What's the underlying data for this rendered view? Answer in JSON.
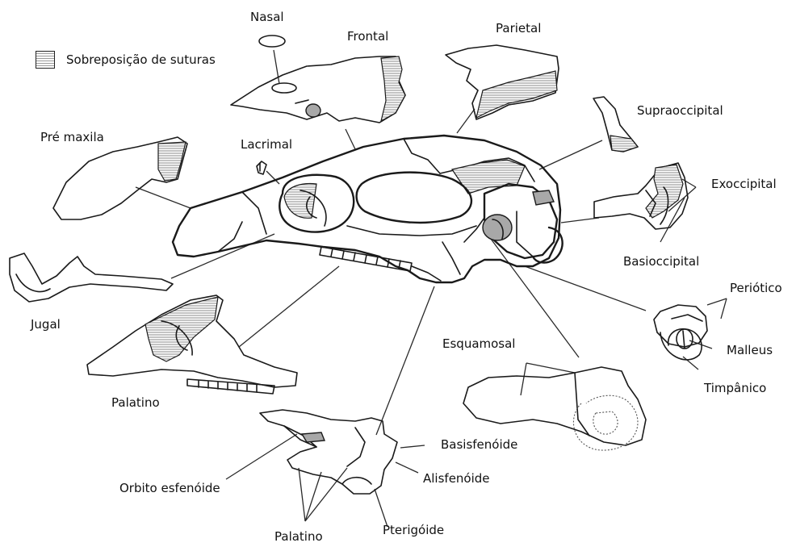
{
  "legend": {
    "label": "Sobreposição de suturas"
  },
  "labels": {
    "nasal": "Nasal",
    "frontal": "Frontal",
    "parietal": "Parietal",
    "supraoccipital": "Supraoccipital",
    "exoccipital": "Exoccipital",
    "basioccipital": "Basioccipital",
    "periotico": "Periótico",
    "malleus": "Malleus",
    "timpanico": "Timpânico",
    "esquamosal": "Esquamosal",
    "basisfenoide": "Basisfenóide",
    "alisfenoide": "Alisfenóide",
    "pterigoide": "Pterigóide",
    "palatino_bottom": "Palatino",
    "orbito_esfenoide": "Orbito esfenóide",
    "palatino_left": "Palatino",
    "jugal": "Jugal",
    "pre_maxila": "Pré maxila",
    "lacrimal": "Lacrimal"
  },
  "colors": {
    "outline": "#1a1a1a",
    "hatch": "#9a9a9a",
    "shaded_region": "#a8a8a8",
    "background": "#ffffff"
  }
}
